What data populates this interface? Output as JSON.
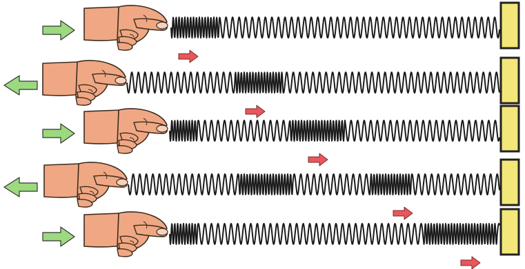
{
  "figure": {
    "colors": {
      "hand_fill": "#EFA883",
      "hand_stroke": "#3b2a1f",
      "thumbnail": "#F6D2BE",
      "spring": "#1a1a1a",
      "wall_fill": "#F4E77A",
      "wall_stroke": "#222222",
      "push_arrow": "#9CD97F",
      "pulse_arrow": "#E8575A",
      "arrow_outline": "#333333"
    },
    "rows": [
      {
        "hand_action": "push",
        "arrow_direction": "right"
      },
      {
        "hand_action": "pull",
        "arrow_direction": "left"
      },
      {
        "hand_action": "push",
        "arrow_direction": "right"
      },
      {
        "hand_action": "pull",
        "arrow_direction": "left"
      },
      {
        "hand_action": "push",
        "arrow_direction": "right"
      }
    ]
  }
}
